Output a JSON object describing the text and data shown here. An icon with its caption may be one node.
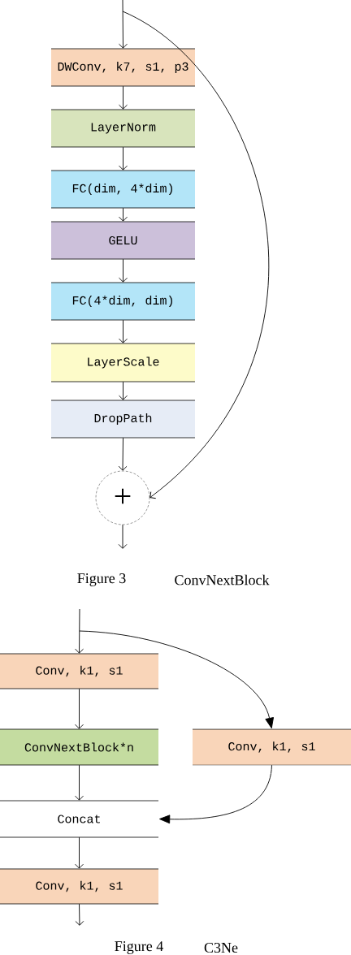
{
  "diagram": {
    "nodes": [
      {
        "text": [
          "DWConv, k7, s1, p3"
        ]
      },
      {
        "text": [
          "LayerNorm"
        ]
      },
      {
        "text": [
          "FC(dim, 4*dim)"
        ]
      },
      {
        "text": [
          "GELU"
        ]
      },
      {
        "text": [
          "FC(4*dim, dim)"
        ]
      },
      {
        "text": [
          "LayerScale"
        ]
      },
      {
        "text": [
          "DropPath"
        ]
      },
      {
        "text": [
          "+"
        ]
      },
      {
        "text": [
          "Conv, k1, s1"
        ]
      },
      {
        "text": [
          "ConvNextBlock*n"
        ]
      },
      {
        "text": [
          "Conv, k1, s1"
        ]
      },
      {
        "text": [
          "Concat"
        ]
      },
      {
        "text": [
          "Conv, k1, s1"
        ]
      }
    ],
    "edges": [
      {
        "from": null,
        "to": 0,
        "arrow": "to"
      },
      {
        "from": null,
        "to": 7,
        "arrow": "to"
      },
      {
        "from": 0,
        "to": 1,
        "arrow": "to"
      },
      {
        "from": 1,
        "to": 2,
        "arrow": "to"
      },
      {
        "from": 2,
        "to": 3,
        "arrow": "to"
      },
      {
        "from": 3,
        "to": 4,
        "arrow": "to"
      },
      {
        "from": 4,
        "to": 5,
        "arrow": "to"
      },
      {
        "from": 5,
        "to": 6,
        "arrow": "to"
      },
      {
        "from": 6,
        "to": 7,
        "arrow": "to"
      },
      {
        "from": 7,
        "to": null,
        "arrow": "to"
      },
      {
        "from": null,
        "to": 8,
        "arrow": "to"
      },
      {
        "from": null,
        "to": 10,
        "arrow": "to"
      },
      {
        "from": 8,
        "to": 9,
        "arrow": "to"
      },
      {
        "from": 9,
        "to": 11,
        "arrow": "to"
      },
      {
        "from": 10,
        "to": 11,
        "arrow": "to"
      },
      {
        "from": 11,
        "to": 12,
        "arrow": "to"
      },
      {
        "from": 12,
        "to": null,
        "arrow": "to"
      }
    ],
    "labels": [
      "Figure 3",
      "ConvNextBlock",
      "Figure 4",
      "C3Ne"
    ]
  }
}
